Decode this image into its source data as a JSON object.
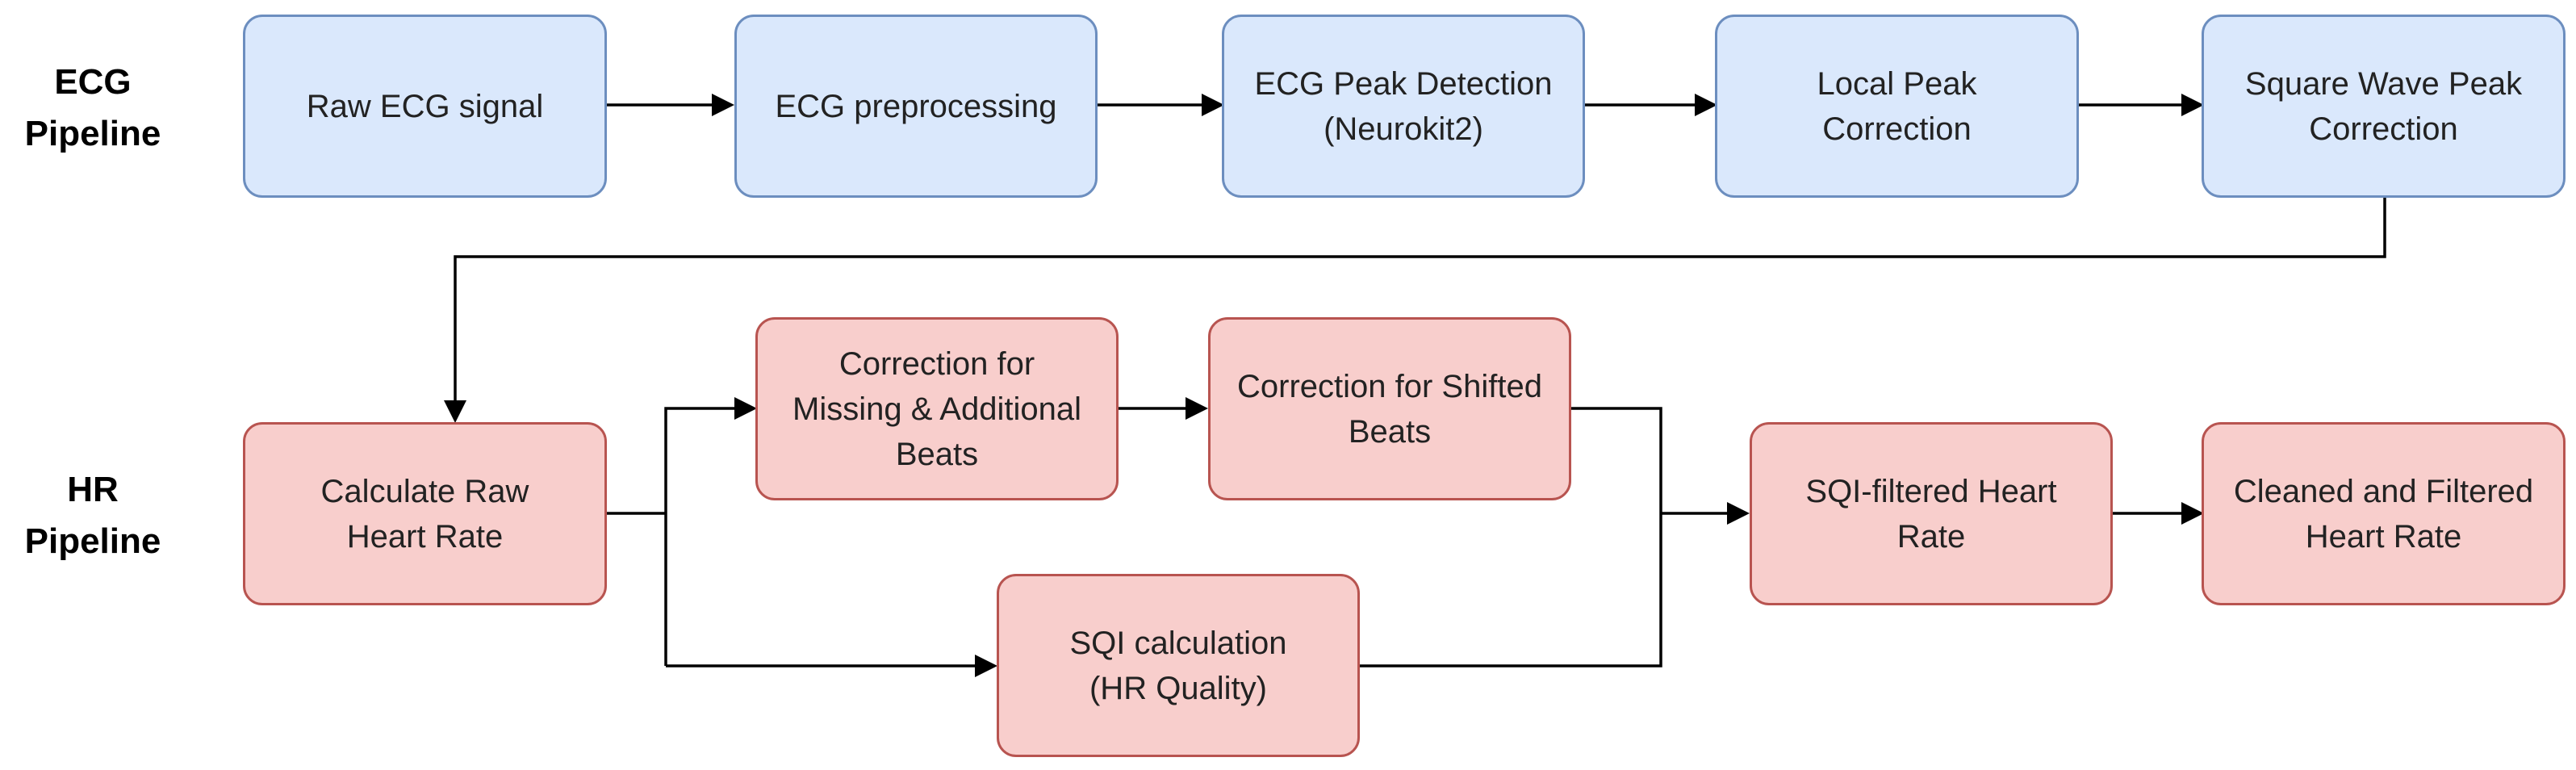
{
  "lanes": {
    "ecg": "ECG\nPipeline",
    "hr": "HR\nPipeline"
  },
  "colors": {
    "ecg_fill": "#dae8fc",
    "ecg_border": "#6c8ebf",
    "hr_fill": "#f8cecc",
    "hr_border": "#b85450",
    "connector": "#000000"
  },
  "nodes": {
    "raw_ecg": "Raw ECG signal",
    "ecg_preprocessing": "ECG preprocessing",
    "peak_detection": "ECG Peak Detection\n(Neurokit2)",
    "local_peak_correction": "Local Peak\nCorrection",
    "square_wave_correction": "Square Wave Peak\nCorrection",
    "raw_heart_rate": "Calculate Raw\nHeart Rate",
    "missing_additional": "Correction for\nMissing & Additional\nBeats",
    "shifted_beats": "Correction for Shifted\nBeats",
    "sqi_calculation": "SQI calculation\n(HR Quality)",
    "sqi_filtered": "SQI-filtered Heart\nRate",
    "cleaned_filtered": "Cleaned and Filtered\nHeart Rate"
  },
  "edges": [
    {
      "from": "raw_ecg",
      "to": "ecg_preprocessing"
    },
    {
      "from": "ecg_preprocessing",
      "to": "peak_detection"
    },
    {
      "from": "peak_detection",
      "to": "local_peak_correction"
    },
    {
      "from": "local_peak_correction",
      "to": "square_wave_correction"
    },
    {
      "from": "square_wave_correction",
      "to": "raw_heart_rate"
    },
    {
      "from": "raw_heart_rate",
      "to": "missing_additional"
    },
    {
      "from": "raw_heart_rate",
      "to": "sqi_calculation"
    },
    {
      "from": "missing_additional",
      "to": "shifted_beats"
    },
    {
      "from": "shifted_beats",
      "to": "sqi_filtered"
    },
    {
      "from": "sqi_calculation",
      "to": "sqi_filtered"
    },
    {
      "from": "sqi_filtered",
      "to": "cleaned_filtered"
    }
  ]
}
